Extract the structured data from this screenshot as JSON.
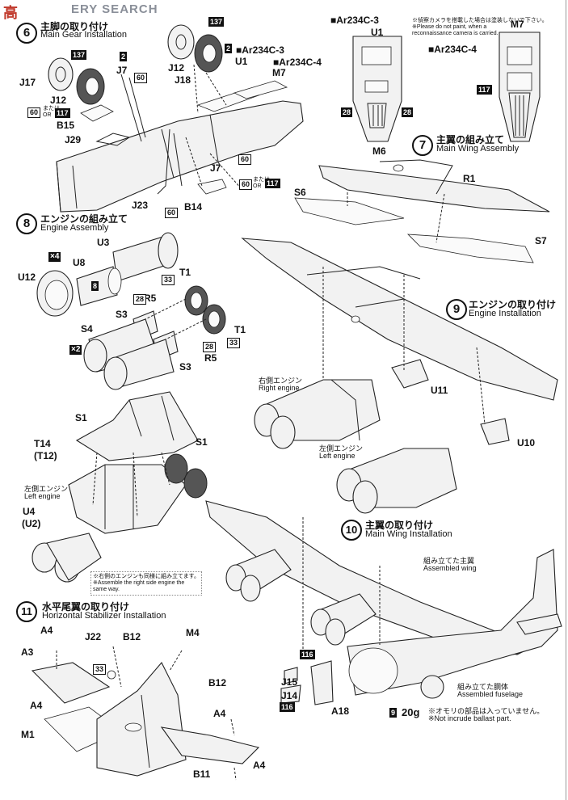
{
  "watermark": {
    "logo": "高",
    "text": "ERY SEARCH"
  },
  "step6": {
    "label_jp": "主脚の取り付け",
    "label_en": "Main Gear Installation"
  },
  "step7": {
    "num": "7",
    "label_jp": "主翼の組み立て",
    "label_en": "Main Wing Assembly"
  },
  "step8": {
    "num": "8",
    "label_jp": "エンジンの組み立て",
    "label_en": "Engine Assembly"
  },
  "step9": {
    "num": "9",
    "label_jp": "エンジンの取り付け",
    "label_en": "Engine Installation"
  },
  "step10": {
    "num": "10",
    "label_jp": "主翼の取り付け",
    "label_en": "Main Wing Installation"
  },
  "step11": {
    "num": "11",
    "label_jp": "水平尾翼の取り付け",
    "label_en": "Horizontal Stabilizer Installation"
  },
  "variants": {
    "c3": "■Ar234C-3",
    "c4": "■Ar234C-4",
    "c3b": "■Ar234C-3",
    "c4b": "■Ar234C-4"
  },
  "note_camera": {
    "jp": "※偵察カメラを搭載した場合は塗装しないで下さい。",
    "en1": "※Please do not paint, when a",
    "en2": "reconnaissance camera is carried."
  },
  "parts": {
    "J17": "J17",
    "J12a": "J12",
    "J12b": "J12",
    "J7a": "J7",
    "J7b": "J7",
    "B15": "B15",
    "J29": "J29",
    "J23": "J23",
    "B14": "B14",
    "J18": "J18",
    "U1a": "U1",
    "U1b": "U1",
    "M7a": "M7",
    "M7b": "M7",
    "M6": "M6",
    "R1": "R1",
    "S6": "S6",
    "S7": "S7",
    "U3": "U3",
    "U8": "U8",
    "U12": "U12",
    "T1a": "T1",
    "T1b": "T1",
    "R5a": "R5",
    "R5b": "R5",
    "S3a": "S3",
    "S3b": "S3",
    "S4": "S4",
    "U11": "U11",
    "U10": "U10",
    "S1a": "S1",
    "S1b": "S1",
    "T14": "T14",
    "T12": "(T12)",
    "U4": "U4",
    "U2": "(U2)",
    "A4a": "A4",
    "A3": "A3",
    "J22": "J22",
    "B12a": "B12",
    "B12b": "B12",
    "M4": "M4",
    "A4b": "A4",
    "M1": "M1",
    "A4c": "A4",
    "A4d": "A4",
    "B11": "B11",
    "J15": "J15",
    "J14": "J14",
    "A18": "A18"
  },
  "colors": {
    "c137": "137",
    "c2": "2",
    "c60": "60",
    "c117": "117",
    "c28": "28",
    "c33": "33",
    "c8": "8",
    "c116": "116",
    "c9": "9",
    "or_jp": "または",
    "or_en": "OR",
    "x4": "×4",
    "x2": "×2"
  },
  "engine_labels": {
    "right_jp": "右側エンジン",
    "right_en": "Right engine",
    "left_jp": "左側エンジン",
    "left_en": "Left engine",
    "left2_jp": "左側エンジン",
    "left2_en": "Left engine"
  },
  "assemble_note": {
    "jp": "※右側のエンジンも同様に組み立てます。",
    "en1": "※Assemble the right side engine the",
    "en2": "same way."
  },
  "wing_labels": {
    "wing_jp": "組み立てた主翼",
    "wing_en": "Assembled wing",
    "fus_jp": "組み立てた胴体",
    "fus_en": "Assembled fuselage"
  },
  "ballast": {
    "weight": "20g",
    "jp": "※オモリの部品は入っていません。",
    "en": "※Not incrude ballast part."
  }
}
